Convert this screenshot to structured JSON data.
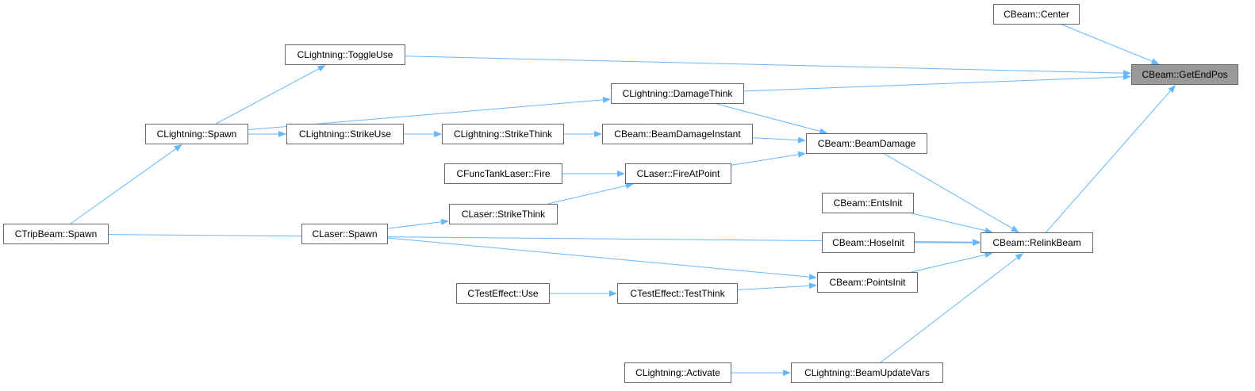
{
  "graph": {
    "edge_color": "#63b8ff",
    "focus_fill": "#999999",
    "node_border": "#666666",
    "nodes": [
      {
        "id": "getendpos",
        "label": "CBeam::GetEndPos",
        "focus": true
      },
      {
        "id": "center",
        "label": "CBeam::Center"
      },
      {
        "id": "toggleuse",
        "label": "CLightning::ToggleUse"
      },
      {
        "id": "damagethink",
        "label": "CLightning::DamageThink"
      },
      {
        "id": "lspawn",
        "label": "CLightning::Spawn"
      },
      {
        "id": "strikeuse",
        "label": "CLightning::StrikeUse"
      },
      {
        "id": "strikethink",
        "label": "CLightning::StrikeThink"
      },
      {
        "id": "beamdamageinstant",
        "label": "CBeam::BeamDamageInstant"
      },
      {
        "id": "beamdamage",
        "label": "CBeam::BeamDamage"
      },
      {
        "id": "functanklaserfire",
        "label": "CFuncTankLaser::Fire"
      },
      {
        "id": "fireatpoint",
        "label": "CLaser::FireAtPoint"
      },
      {
        "id": "laserstrikethink",
        "label": "CLaser::StrikeThink"
      },
      {
        "id": "laserspawn",
        "label": "CLaser::Spawn"
      },
      {
        "id": "tripbeamspawn",
        "label": "CTripBeam::Spawn"
      },
      {
        "id": "entsinit",
        "label": "CBeam::EntsInit"
      },
      {
        "id": "hoseinit",
        "label": "CBeam::HoseInit"
      },
      {
        "id": "relinkbeam",
        "label": "CBeam::RelinkBeam"
      },
      {
        "id": "pointsinit",
        "label": "CBeam::PointsInit"
      },
      {
        "id": "testeffectuse",
        "label": "CTestEffect::Use"
      },
      {
        "id": "testthink",
        "label": "CTestEffect::TestThink"
      },
      {
        "id": "activate",
        "label": "CLightning::Activate"
      },
      {
        "id": "beamupdatevars",
        "label": "CLightning::BeamUpdateVars"
      }
    ],
    "edges": [
      {
        "from": "center",
        "to": "getendpos"
      },
      {
        "from": "toggleuse",
        "to": "getendpos"
      },
      {
        "from": "damagethink",
        "to": "getendpos"
      },
      {
        "from": "relinkbeam",
        "to": "getendpos"
      },
      {
        "from": "lspawn",
        "to": "toggleuse"
      },
      {
        "from": "lspawn",
        "to": "damagethink"
      },
      {
        "from": "lspawn",
        "to": "strikeuse"
      },
      {
        "from": "lspawn",
        "to": "strikethink"
      },
      {
        "from": "strikeuse",
        "to": "strikethink"
      },
      {
        "from": "strikethink",
        "to": "beamdamageinstant"
      },
      {
        "from": "damagethink",
        "to": "beamdamage"
      },
      {
        "from": "beamdamageinstant",
        "to": "beamdamage"
      },
      {
        "from": "fireatpoint",
        "to": "beamdamage"
      },
      {
        "from": "beamdamage",
        "to": "relinkbeam"
      },
      {
        "from": "functanklaserfire",
        "to": "fireatpoint"
      },
      {
        "from": "laserstrikethink",
        "to": "fireatpoint"
      },
      {
        "from": "laserspawn",
        "to": "laserstrikethink"
      },
      {
        "from": "laserspawn",
        "to": "pointsinit"
      },
      {
        "from": "tripbeamspawn",
        "to": "lspawn"
      },
      {
        "from": "tripbeamspawn",
        "to": "relinkbeam"
      },
      {
        "from": "entsinit",
        "to": "relinkbeam"
      },
      {
        "from": "hoseinit",
        "to": "relinkbeam"
      },
      {
        "from": "pointsinit",
        "to": "relinkbeam"
      },
      {
        "from": "testeffectuse",
        "to": "testthink"
      },
      {
        "from": "testthink",
        "to": "pointsinit"
      },
      {
        "from": "activate",
        "to": "beamupdatevars"
      },
      {
        "from": "beamupdatevars",
        "to": "relinkbeam"
      }
    ]
  }
}
